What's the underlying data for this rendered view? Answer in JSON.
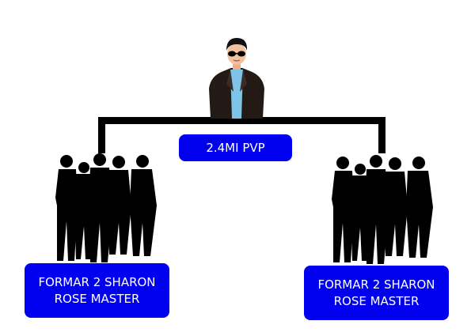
{
  "diagram": {
    "top_node": {
      "icon": "man-with-sunglasses-icon"
    },
    "center_label": "2.4MI PVP",
    "left_team": {
      "icon": "group-silhouette-icon",
      "label_line1": "FORMAR 2 SHARON",
      "label_line2": "ROSE MASTER"
    },
    "right_team": {
      "icon": "group-silhouette-icon",
      "label_line1": "FORMAR 2 SHARON",
      "label_line2": "ROSE MASTER"
    },
    "colors": {
      "box": "#0000ee",
      "box_text": "#ffffff",
      "connector": "#000000",
      "jacket": "#231a16",
      "shirt": "#7ec3e8",
      "skin": "#f2c2a0"
    }
  }
}
